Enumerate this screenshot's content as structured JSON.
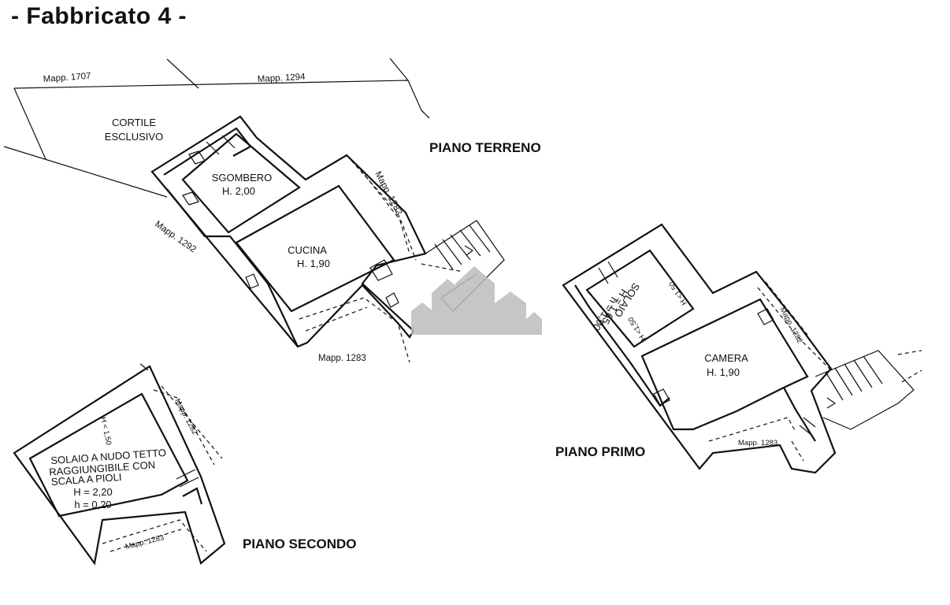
{
  "title": "- Fabbricato 4 -",
  "floors": {
    "terreno": {
      "label": "PIANO TERRENO",
      "courtyard": [
        "CORTILE",
        "ESCLUSIVO"
      ],
      "rooms": [
        {
          "name": "SGOMBERO",
          "height": "H. 2,00"
        },
        {
          "name": "CUCINA",
          "height": "H. 1,90"
        }
      ],
      "parcels": [
        "Mapp. 1707",
        "Mapp. 1294",
        "Mapp. 1292",
        "Mapp. 1282",
        "Mapp. 1283"
      ]
    },
    "primo": {
      "label": "PIANO PRIMO",
      "rooms": [
        {
          "name": "SOLAIO",
          "h1": "H = 1,65",
          "h2": "h = 1,00",
          "note1": "H <1,50",
          "note2": "H <1,50"
        },
        {
          "name": "CAMERA",
          "height": "H. 1,90"
        }
      ],
      "parcels": [
        "Mapp. 1282",
        "Mapp. 1283"
      ]
    },
    "secondo": {
      "label": "PIANO SECONDO",
      "room_lines": [
        "SOLAIO A NUDO TETTO",
        "RAGGIUNGIBILE CON",
        "SCALA A PIOLI",
        "H = 2,20",
        "h = 0,20"
      ],
      "note": "H < 1,50",
      "parcels": [
        "Mapp. 1282",
        "Mapp. 1283"
      ]
    }
  },
  "colors": {
    "ink": "#111111",
    "watermark": "#bdbdbd",
    "background": "#ffffff"
  },
  "watermark_icon": "building-icon"
}
